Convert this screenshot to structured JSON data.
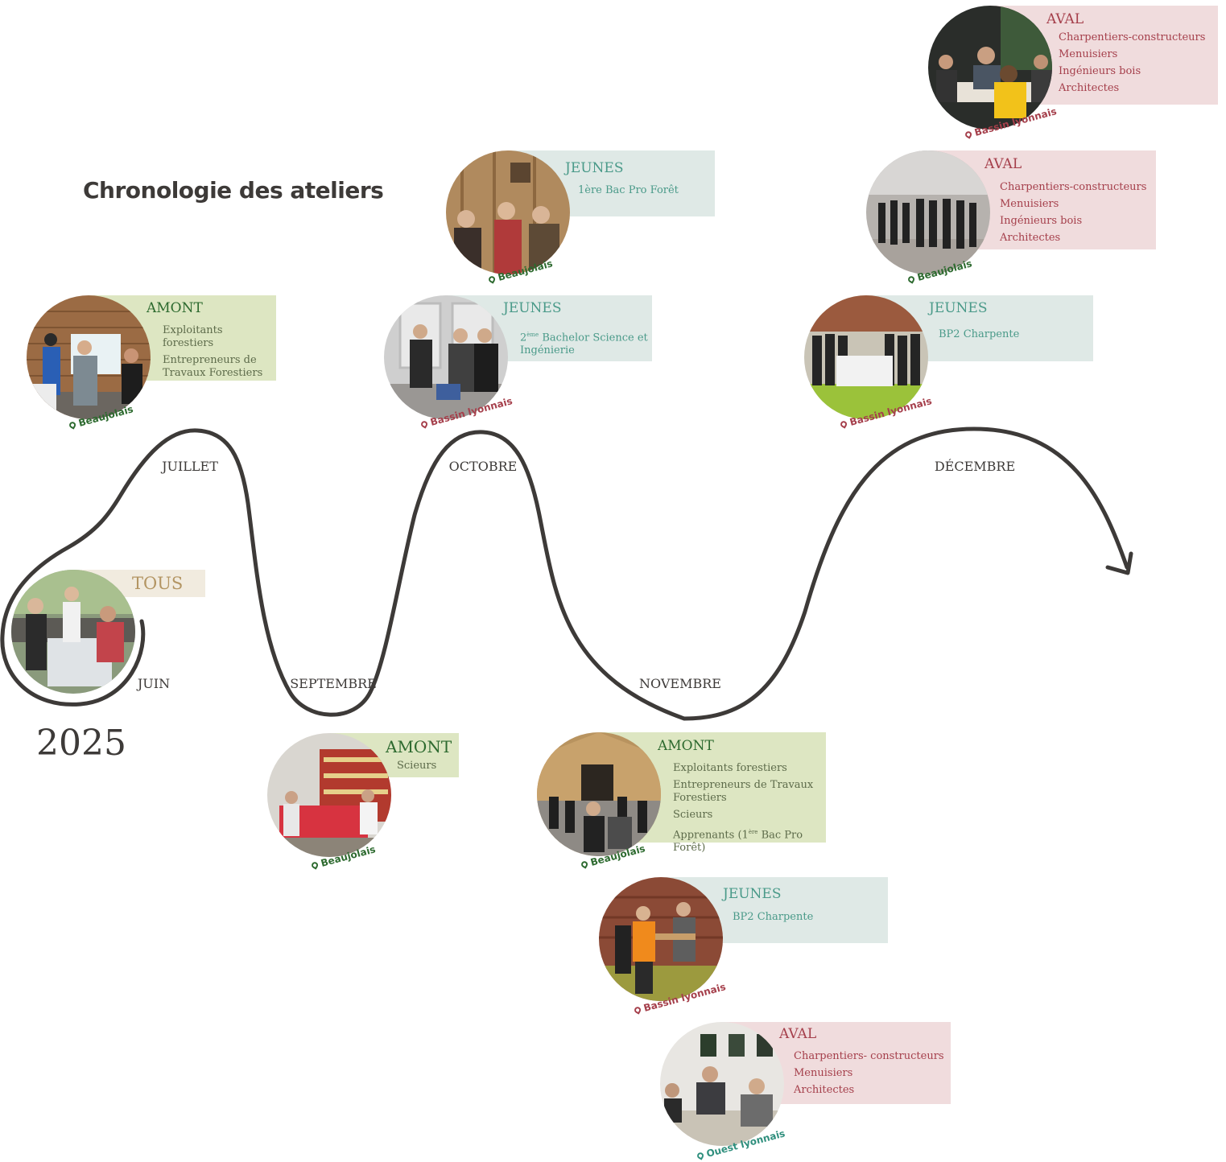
{
  "title": "Chronologie des ateliers",
  "year": "2025",
  "months": {
    "juin": "JUIN",
    "juillet": "JUILLET",
    "septembre": "SEPTEMBRE",
    "octobre": "OCTOBRE",
    "novembre": "NOVEMBRE",
    "decembre": "DÉCEMBRE"
  },
  "colors": {
    "amont": "#dde6c2",
    "jeunes": "#dfe9e6",
    "aval": "#f0dcdd",
    "tous": "#f1ebdf",
    "line": "#3d3a38"
  },
  "workshops": {
    "juin_tous": {
      "category": "TOUS",
      "location": ""
    },
    "juillet_amont": {
      "category": "AMONT",
      "items": [
        "Exploitants forestiers",
        "Entrepreneurs de Travaux Forestiers"
      ],
      "location": "Beaujolais"
    },
    "sept_amont": {
      "category": "AMONT",
      "items": [
        "Scieurs"
      ],
      "location": "Beaujolais"
    },
    "oct_jeunes_1": {
      "category": "JEUNES",
      "items": [
        "1ère Bac Pro Forêt"
      ],
      "location": "Beaujolais"
    },
    "oct_jeunes_2": {
      "category": "JEUNES",
      "item_pre": "2",
      "item_sup": "ème",
      "item_post": " Bachelor Science et Ingénierie",
      "location": "Bassin lyonnais"
    },
    "nov_amont": {
      "category": "AMONT",
      "items": [
        "Exploitants forestiers",
        "Entrepreneurs de Travaux Forestiers",
        "Scieurs"
      ],
      "item_last_pre": "Apprenants (1",
      "item_last_sup": "ère",
      "item_last_post": " Bac Pro Forêt)",
      "location": "Beaujolais"
    },
    "nov_jeunes": {
      "category": "JEUNES",
      "items": [
        "BP2 Charpente"
      ],
      "location": "Bassin lyonnais"
    },
    "nov_aval": {
      "category": "AVAL",
      "items": [
        "Charpentiers- constructeurs",
        "Menuisiers",
        "Architectes"
      ],
      "location": "Ouest lyonnais"
    },
    "dec_jeunes": {
      "category": "JEUNES",
      "items": [
        "BP2 Charpente"
      ],
      "location": "Bassin lyonnais"
    },
    "dec_aval_1": {
      "category": "AVAL",
      "items": [
        "Charpentiers-constructeurs",
        "Menuisiers",
        "Ingénieurs bois",
        "Architectes"
      ],
      "location": "Beaujolais"
    },
    "dec_aval_2": {
      "category": "AVAL",
      "items": [
        "Charpentiers-constructeurs",
        "Menuisiers",
        "Ingénieurs bois",
        "Architectes"
      ],
      "location": "Bassin lyonnais"
    }
  }
}
